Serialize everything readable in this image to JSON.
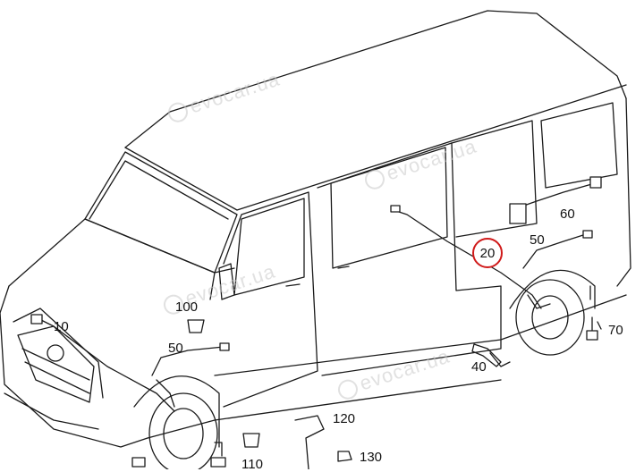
{
  "watermark": {
    "text": "evocar.ua"
  },
  "callouts": {
    "c10": "10",
    "c20": "20",
    "c40": "40",
    "c50a": "50",
    "c50b": "50",
    "c60": "60",
    "c70": "70",
    "c100": "100",
    "c110": "110",
    "c120": "120",
    "c130": "130"
  },
  "colors": {
    "line": "#1a1a1a",
    "highlight": "#d01a1a",
    "watermark": "#c9c9c9"
  }
}
